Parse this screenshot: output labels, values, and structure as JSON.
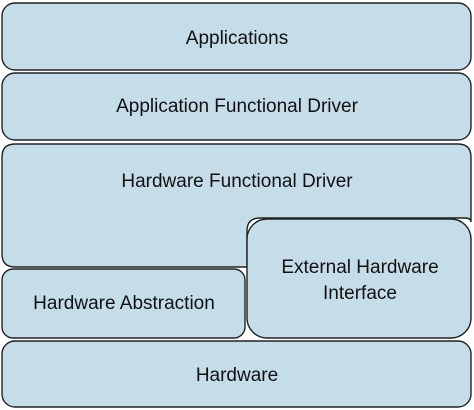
{
  "diagram": {
    "fill_color": "#c5dde8",
    "stroke_color": "#222222",
    "text_color": "#111111",
    "layers": {
      "applications": "Applications",
      "application_functional_driver": "Application Functional Driver",
      "hardware_functional_driver": "Hardware Functional Driver",
      "external_hardware_interface_line1": "External Hardware",
      "external_hardware_interface_line2": "Interface",
      "hardware_abstraction": "Hardware Abstraction",
      "hardware": "Hardware"
    }
  }
}
